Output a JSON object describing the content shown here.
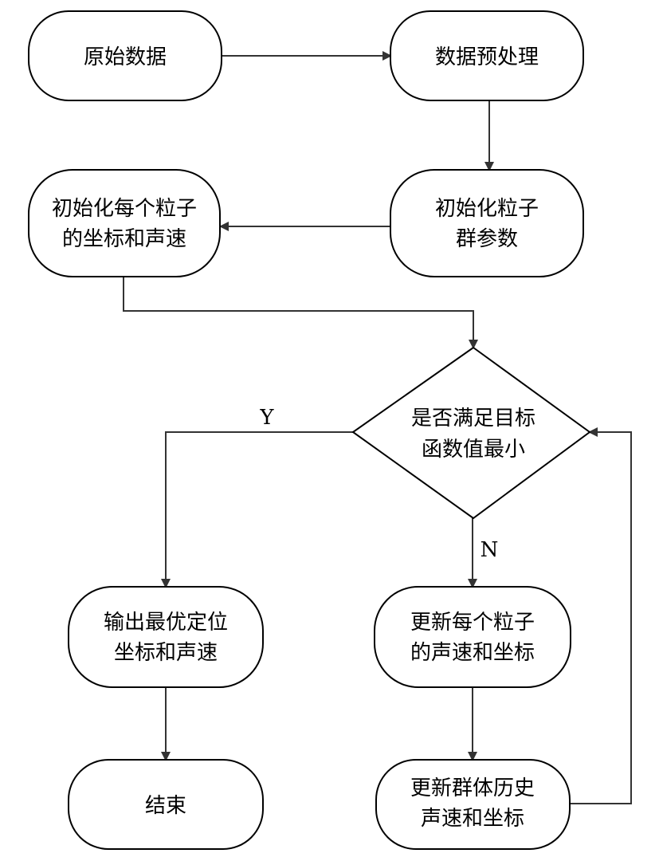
{
  "nodes": {
    "raw_data": {
      "text": [
        "原始数据"
      ]
    },
    "preprocess": {
      "text": [
        "数据预处理"
      ]
    },
    "init_swarm_params": {
      "text": [
        "初始化粒子",
        "群参数"
      ]
    },
    "init_particle_coords": {
      "text": [
        "初始化每个粒子",
        "的坐标和声速"
      ]
    },
    "decision": {
      "text": [
        "是否满足目标",
        "函数值最小"
      ]
    },
    "output_best": {
      "text": [
        "输出最优定位",
        "坐标和声速"
      ]
    },
    "update_particles": {
      "text": [
        "更新每个粒子",
        "的声速和坐标"
      ]
    },
    "update_history": {
      "text": [
        "更新群体历史",
        "声速和坐标"
      ]
    },
    "end": {
      "text": [
        "结束"
      ]
    }
  },
  "edge_labels": {
    "yes": "Y",
    "no": "N"
  },
  "colors": {
    "stroke": "#000000",
    "edge": "#333333",
    "background": "#ffffff"
  }
}
